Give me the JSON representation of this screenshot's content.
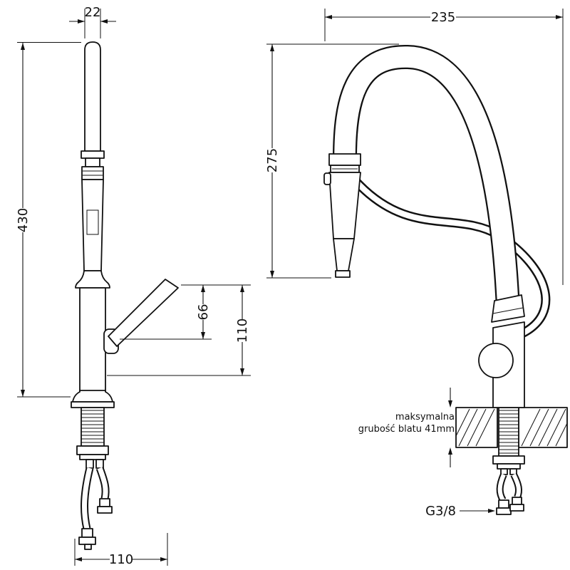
{
  "page": {
    "background": "#ffffff",
    "line_color": "#111111"
  },
  "diagram": {
    "left_view": {
      "dim_spout_width": "22",
      "dim_total_height": "430",
      "dim_handle_offset": "66",
      "dim_handle_height": "110",
      "dim_base_depth": "110"
    },
    "right_view": {
      "dim_reach": "235",
      "dim_spout_height": "275",
      "counter_note_line1": "maksymalna",
      "counter_note_line2": "grubość blatu 41mm",
      "thread_label": "G3/8"
    }
  }
}
